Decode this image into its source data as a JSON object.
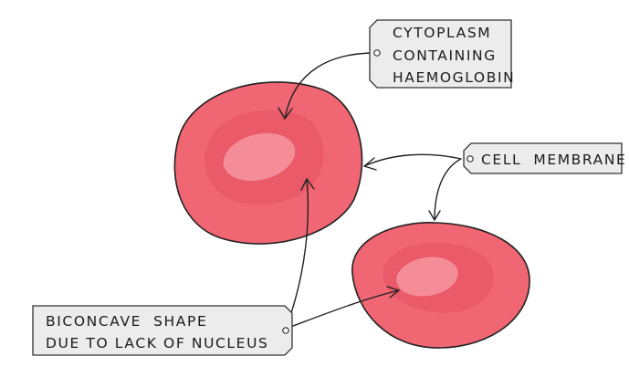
{
  "labels": {
    "cytoplasm": [
      "CYTOPLASM",
      "CONTAINING",
      "HAEMOGLOBIN"
    ],
    "membrane": [
      "CELL  MEMBRANE"
    ],
    "biconcave": [
      "BICONCAVE  SHAPE",
      "DUE TO LACK OF NUCLEUS"
    ]
  },
  "colors": {
    "cell_outer": "#f06672",
    "cell_mid": "#ea5a68",
    "cell_center": "#f58d98",
    "outline": "#222222",
    "label_fill": "#ececec",
    "label_stroke": "#333333",
    "arrow": "#222222"
  }
}
